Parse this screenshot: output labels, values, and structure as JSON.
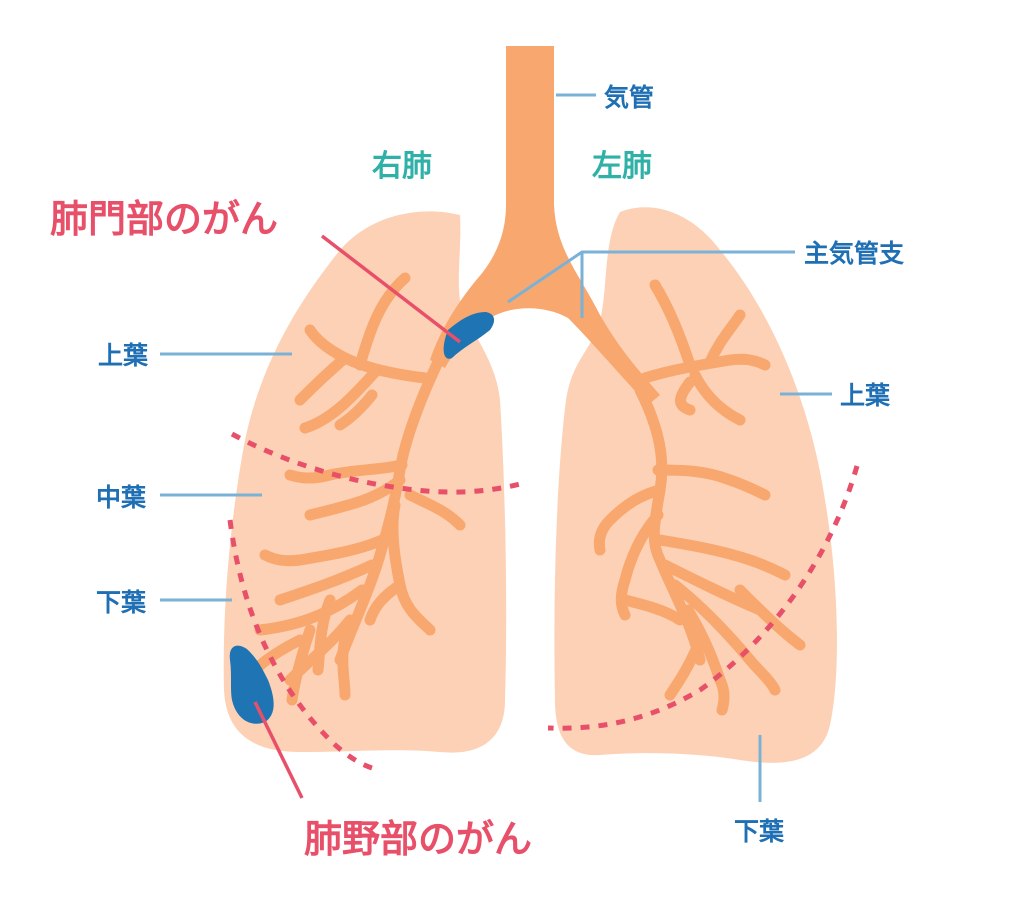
{
  "diagram": {
    "labels": {
      "trachea": "気管",
      "right_lung": "右肺",
      "left_lung": "左肺",
      "main_bronchus": "主気管支",
      "right_upper_lobe": "上葉",
      "right_middle_lobe": "中葉",
      "right_lower_lobe": "下葉",
      "left_upper_lobe": "上葉",
      "left_lower_lobe": "下葉",
      "hilar_cancer": "肺門部のがん",
      "peripheral_cancer": "肺野部のがん"
    },
    "colors": {
      "lung": "#fdd1b5",
      "airway": "#f8a76f",
      "tumor": "#1f74b3",
      "fissure": "#e8506a",
      "side_label": "#2fb1a8",
      "part_label": "#1f6fb4",
      "cancer_label": "#e8506a",
      "leader_line": "#7ab2d6"
    }
  }
}
